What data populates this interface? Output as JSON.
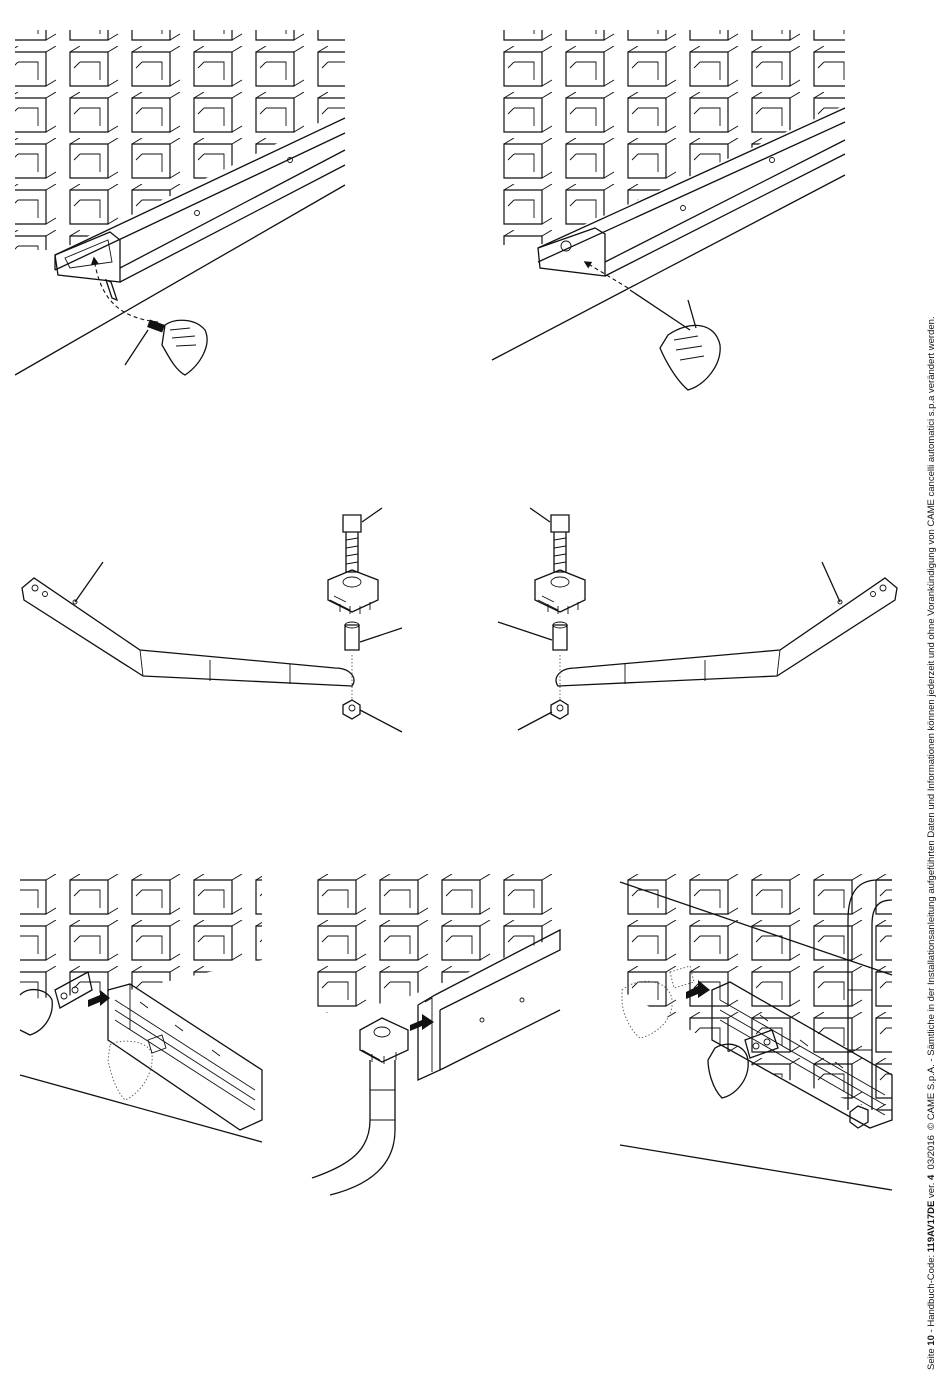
{
  "footer": {
    "page_label": "Seite",
    "page_number": "10",
    "separator": " - ",
    "code_label": "Handbuch-Code:",
    "code": "119AV17DE",
    "version_label": "ver.",
    "version": "4",
    "date": "03/2016",
    "copyright": "© CAME S.p.A. - Sämtliche in der Installationsanleitung aufgeführten Daten und Informationen können jederzeit und ohne Vorankündigung von CAME cancelli automatici s.p.a verändert werden."
  },
  "icons": {
    "step1": "screw-insertion-icon",
    "step2": "hex-key-tightening-icon",
    "arm_left": "transmission-arm-left-icon",
    "arm_right": "transmission-arm-right-icon",
    "step3": "slide-insert-icon",
    "step4": "arm-insertion-icon",
    "step5": "slide-fixing-icon"
  }
}
